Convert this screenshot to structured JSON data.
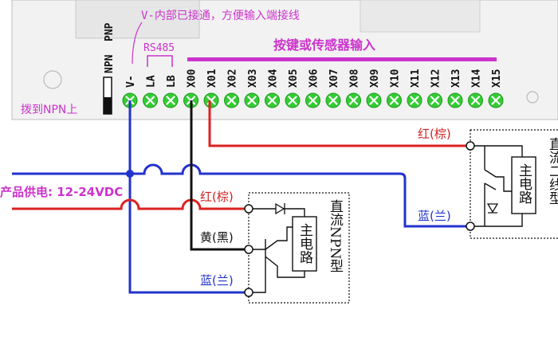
{
  "switch": {
    "npn_label": "NPN",
    "pnp_label": "PNP",
    "hint": "拨到NPN上"
  },
  "board": {
    "note_v_minus": "V-内部已接通，方便输入端接线",
    "rs485_label": "RS485",
    "input_group_label": "按键或传感器输入",
    "terminals": [
      "V-",
      "LA",
      "LB",
      "X00",
      "X01",
      "X02",
      "X03",
      "X04",
      "X05",
      "X06",
      "X07",
      "X08",
      "X09",
      "X10",
      "X11",
      "X12",
      "X13",
      "X14",
      "X15"
    ]
  },
  "power": {
    "label": "产品供电: 12-24VDC"
  },
  "sensor_npn": {
    "wire_red": "红(棕)",
    "wire_yellow": "黄(黑)",
    "wire_blue": "蓝(兰)",
    "main_circuit": "主电路",
    "type_label": "直流NPN型"
  },
  "sensor_2wire": {
    "wire_red": "红(棕)",
    "wire_blue": "蓝(兰)",
    "main_circuit": "主电路",
    "type_label": "直流二线型"
  },
  "colors": {
    "accent_magenta": "#cc33cc",
    "terminal_green": "#33cc33",
    "wire_red": "#dd2222",
    "wire_blue": "#2233cc",
    "wire_black": "#111111"
  }
}
